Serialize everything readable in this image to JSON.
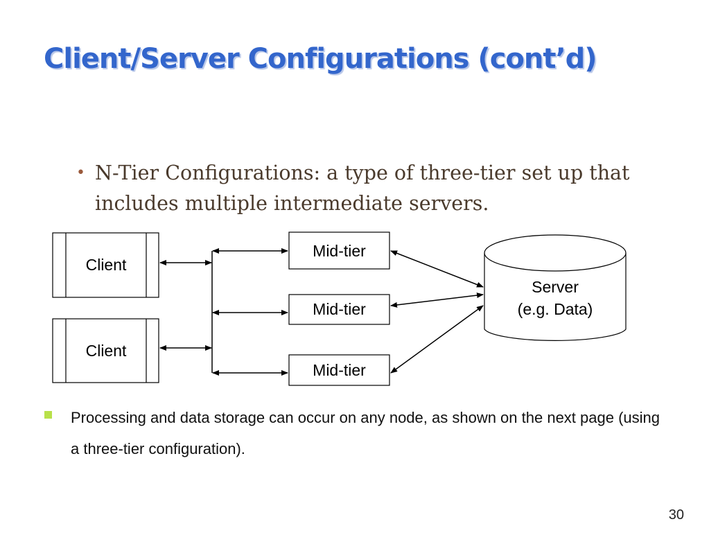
{
  "slide": {
    "title": "Client/Server Configurations (cont’d)",
    "bullet_1": "N-Tier Configurations: a type of three-tier set up that includes multiple intermediate servers.",
    "bullet_2": "Processing and data storage can occur on any node, as shown on the next page (using a three-tier configuration).",
    "page_number": "30"
  },
  "diagram": {
    "clients": [
      {
        "label": "Client"
      },
      {
        "label": "Client"
      }
    ],
    "mid_tiers": [
      {
        "label": "Mid-tier"
      },
      {
        "label": "Mid-tier"
      },
      {
        "label": "Mid-tier"
      }
    ],
    "server": {
      "line_1": "Server",
      "line_2": "(e.g. Data)"
    }
  }
}
